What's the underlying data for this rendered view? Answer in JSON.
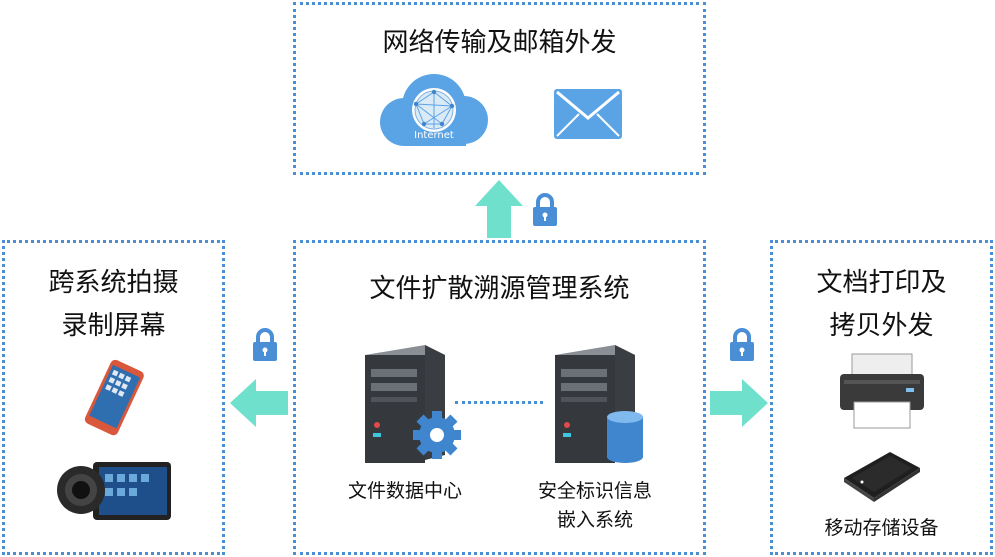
{
  "top_box": {
    "title": "网络传输及邮箱外发",
    "internet_label": "Internet"
  },
  "center_box": {
    "title": "文件扩散溯源管理系统",
    "server1_label": "文件数据中心",
    "server2_line1": "安全标识信息",
    "server2_line2": "嵌入系统"
  },
  "left_box": {
    "title_line1": "跨系统拍摄",
    "title_line2": "录制屏幕"
  },
  "right_box": {
    "title_line1": "文档打印及",
    "title_line2": "拷贝外发",
    "storage_label": "移动存储设备"
  },
  "colors": {
    "border": "#4a8fd6",
    "arrow": "#6fe0cc",
    "lock": "#4a8fd6",
    "cloud": "#5aa4e6",
    "mail": "#5aa4e6"
  }
}
